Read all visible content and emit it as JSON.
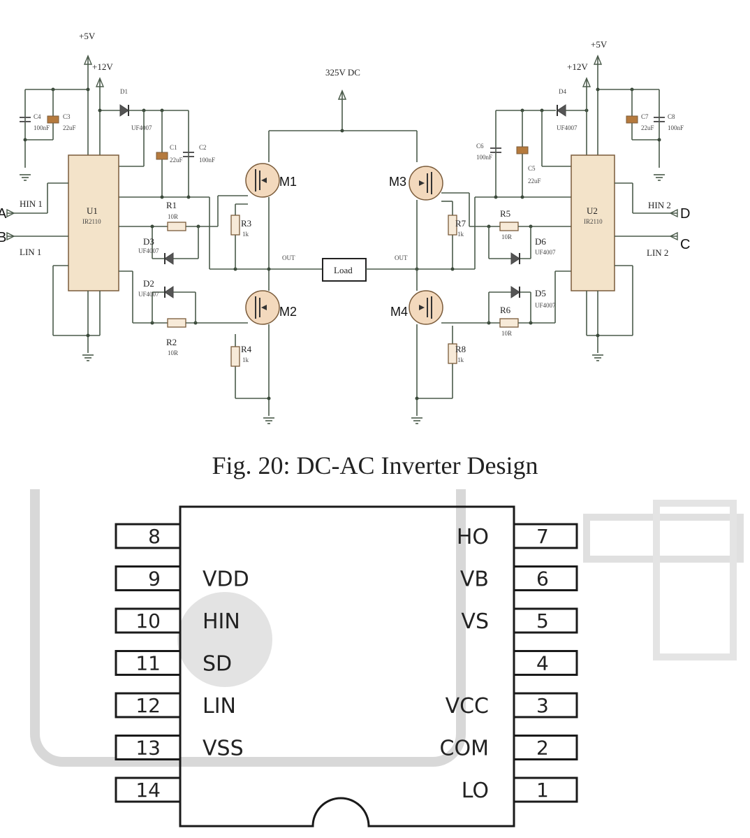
{
  "caption": "Fig. 20: DC-AC Inverter Design",
  "schematic": {
    "supply_5v_left": "+5V",
    "supply_12v_left": "+12V",
    "supply_5v_right": "+5V",
    "supply_12v_right": "+12V",
    "dc_bus": "325V DC",
    "load": "Load",
    "out_left": "OUT",
    "out_right": "OUT",
    "inputs": {
      "a": "A",
      "b": "B",
      "c": "C",
      "d": "D",
      "hin1": "HIN 1",
      "lin1": "LIN 1",
      "hin2": "HIN 2",
      "lin2": "LIN 2"
    },
    "chips": {
      "u1": "U1",
      "u1_part": "IR2110",
      "u2": "U2",
      "u2_part": "IR2110"
    },
    "mosfets": {
      "m1": "M1",
      "m2": "M2",
      "m3": "M3",
      "m4": "M4"
    },
    "resistors": {
      "r1": "R1",
      "r1_val": "10R",
      "r2": "R2",
      "r2_val": "10R",
      "r3": "R3",
      "r3_val": "1k",
      "r4": "R4",
      "r4_val": "1k",
      "r5": "R5",
      "r5_val": "10R",
      "r6": "R6",
      "r6_val": "10R",
      "r7": "R7",
      "r7_val": "1k",
      "r8": "R8",
      "r8_val": "1k"
    },
    "capacitors": {
      "c1": "C1",
      "c1_val": "22uF",
      "c2": "C2",
      "c2_val": "100nF",
      "c3": "C3",
      "c3_val": "22uF",
      "c4": "C4",
      "c4_val": "100nF",
      "c5": "C5",
      "c5_val": "22uF",
      "c6": "C6",
      "c6_val": "100nF",
      "c7": "C7",
      "c7_val": "22uF",
      "c8": "C8",
      "c8_val": "100nF"
    },
    "diodes": {
      "d1": "D1",
      "d1_val": "UF4007",
      "d2": "D2",
      "d2_val": "UF4007",
      "d3": "D3",
      "d3_val": "UF4007",
      "d4": "D4",
      "d4_val": "UF4007",
      "d5": "D5",
      "d5_val": "UF4007",
      "d6": "D6",
      "d6_val": "UF4007"
    }
  },
  "ic_pinout": {
    "left_pins": [
      {
        "num": "8",
        "label": ""
      },
      {
        "num": "9",
        "label": "VDD"
      },
      {
        "num": "10",
        "label": "HIN"
      },
      {
        "num": "11",
        "label": "SD"
      },
      {
        "num": "12",
        "label": "LIN"
      },
      {
        "num": "13",
        "label": "VSS"
      },
      {
        "num": "14",
        "label": ""
      }
    ],
    "right_pins": [
      {
        "num": "7",
        "label": "HO"
      },
      {
        "num": "6",
        "label": "VB"
      },
      {
        "num": "5",
        "label": "VS"
      },
      {
        "num": "4",
        "label": ""
      },
      {
        "num": "3",
        "label": "VCC"
      },
      {
        "num": "2",
        "label": "COM"
      },
      {
        "num": "1",
        "label": "LO"
      }
    ]
  }
}
